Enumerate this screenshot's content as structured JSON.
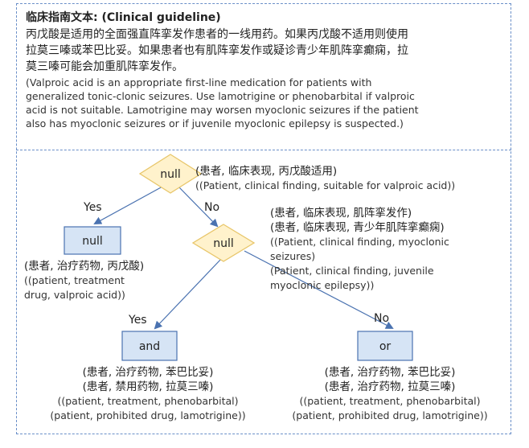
{
  "guideline": {
    "title": "临床指南文本: (Clinical guideline)",
    "zh_lines": [
      "丙戊酸是适用的全面强直阵挛发作患者的一线用药。如果丙戊酸不适用则使用",
      "拉莫三嗪或苯巴比妥。如果患者也有肌阵挛发作或疑诊青少年肌阵挛癫痫，拉",
      "莫三嗪可能会加重肌阵挛发作。"
    ],
    "en_lines": [
      "(Valproic acid is an appropriate first-line medication for patients with",
      "generalized tonic-clonic seizures. Use lamotrigine or phenobarbital if valproic",
      "acid is not suitable. Lamotrigine may worsen myoclonic seizures if the patient",
      "also has myoclonic seizures or if juvenile myoclonic epilepsy is suspected.)"
    ]
  },
  "tree": {
    "root": {
      "label": "null",
      "condition_zh": "(患者, 临床表现, 丙戊酸适用)",
      "condition_en": "((Patient, clinical finding, suitable for valproic acid))"
    },
    "edges": {
      "yes": "Yes",
      "no": "No"
    },
    "yes_leaf": {
      "label": "null",
      "zh": "(患者, 治疗药物, 丙戊酸)",
      "en_lines": [
        "((patient, treatment",
        "drug, valproic acid))"
      ]
    },
    "second": {
      "label": "null",
      "zh_lines": [
        "(患者, 临床表现, 肌阵挛发作)",
        "(患者, 临床表现, 青少年肌阵挛癫痫)"
      ],
      "en_lines": [
        "((Patient, clinical finding, myoclonic",
        "seizures)",
        "(Patient, clinical finding, juvenile",
        "myoclonic epilepsy))"
      ]
    },
    "and_leaf": {
      "label": "and",
      "zh_lines": [
        "(患者, 治疗药物, 苯巴比妥)",
        "(患者, 禁用药物, 拉莫三嗪)"
      ],
      "en_lines": [
        "((patient, treatment, phenobarbital)",
        "(patient, prohibited drug, lamotrigine))"
      ]
    },
    "or_leaf": {
      "label": "or",
      "zh_lines": [
        "(患者, 治疗药物, 苯巴比妥)",
        "(患者, 治疗药物, 拉莫三嗪)"
      ],
      "en_lines": [
        "((patient, treatment, phenobarbital)",
        "(patient, prohibited drug, lamotrigine))"
      ]
    }
  },
  "colors": {
    "diamond_fill": "#fff2cc",
    "diamond_stroke": "#e8c66a",
    "box_fill": "#d6e4f5",
    "box_stroke": "#4a72b0",
    "edge": "#4a72b0",
    "frame": "#6a8fc8"
  }
}
